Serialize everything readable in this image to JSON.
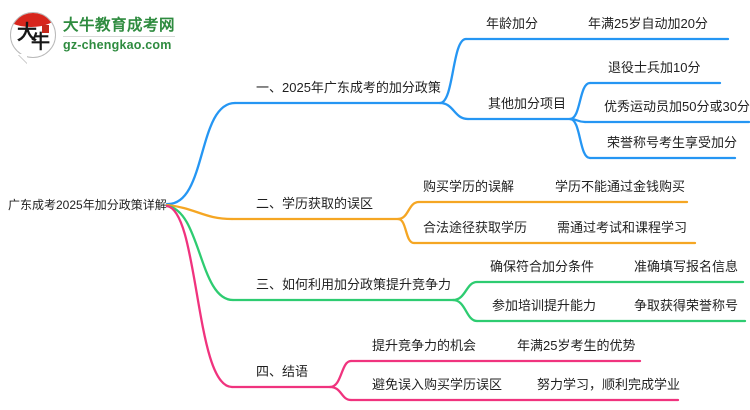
{
  "logo": {
    "title": "大牛教育成考网",
    "domain": "gz-chengkao.com",
    "icon_char1": "大",
    "icon_char2": "牛",
    "brand_green": "#2e8b3f",
    "brand_red": "#d7261d"
  },
  "mindmap": {
    "root": "广东成考2025年加分政策详解",
    "colors": {
      "blue": "#2596f3",
      "orange": "#f5a623",
      "green": "#2ecc71",
      "pink": "#f0337e"
    },
    "branches": [
      {
        "label": "一、2025年广东成考的加分政策",
        "children": [
          {
            "label": "年龄加分",
            "children": [
              {
                "label": "年满25岁自动加20分"
              }
            ]
          },
          {
            "label": "其他加分项目",
            "children": [
              {
                "label": "退役士兵加10分"
              },
              {
                "label": "优秀运动员加50分或30分"
              },
              {
                "label": "荣誉称号考生享受加分"
              }
            ]
          }
        ]
      },
      {
        "label": "二、学历获取的误区",
        "children": [
          {
            "label": "购买学历的误解",
            "children": [
              {
                "label": "学历不能通过金钱购买"
              }
            ]
          },
          {
            "label": "合法途径获取学历",
            "children": [
              {
                "label": "需通过考试和课程学习"
              }
            ]
          }
        ]
      },
      {
        "label": "三、如何利用加分政策提升竞争力",
        "children": [
          {
            "label": "确保符合加分条件",
            "children": [
              {
                "label": "准确填写报名信息"
              }
            ]
          },
          {
            "label": "参加培训提升能力",
            "children": [
              {
                "label": "争取获得荣誉称号"
              }
            ]
          }
        ]
      },
      {
        "label": "四、结语",
        "children": [
          {
            "label": "提升竞争力的机会",
            "children": [
              {
                "label": "年满25岁考生的优势"
              }
            ]
          },
          {
            "label": "避免误入购买学历误区",
            "children": [
              {
                "label": "努力学习，顺利完成学业"
              }
            ]
          }
        ]
      }
    ]
  }
}
